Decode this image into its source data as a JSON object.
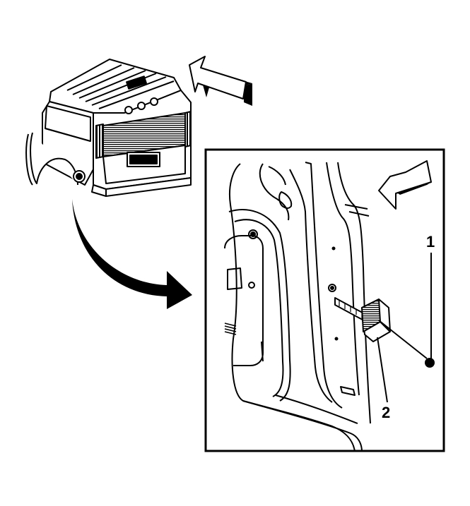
{
  "callouts": [
    {
      "number": "1",
      "part": "bolt"
    },
    {
      "number": "2",
      "part": "bracket"
    }
  ],
  "colors": {
    "line": "#000000",
    "background": "#ffffff"
  },
  "icons": [
    "view-arrow-icon",
    "zoom-arrow-icon",
    "detail-view-arrow-icon"
  ]
}
